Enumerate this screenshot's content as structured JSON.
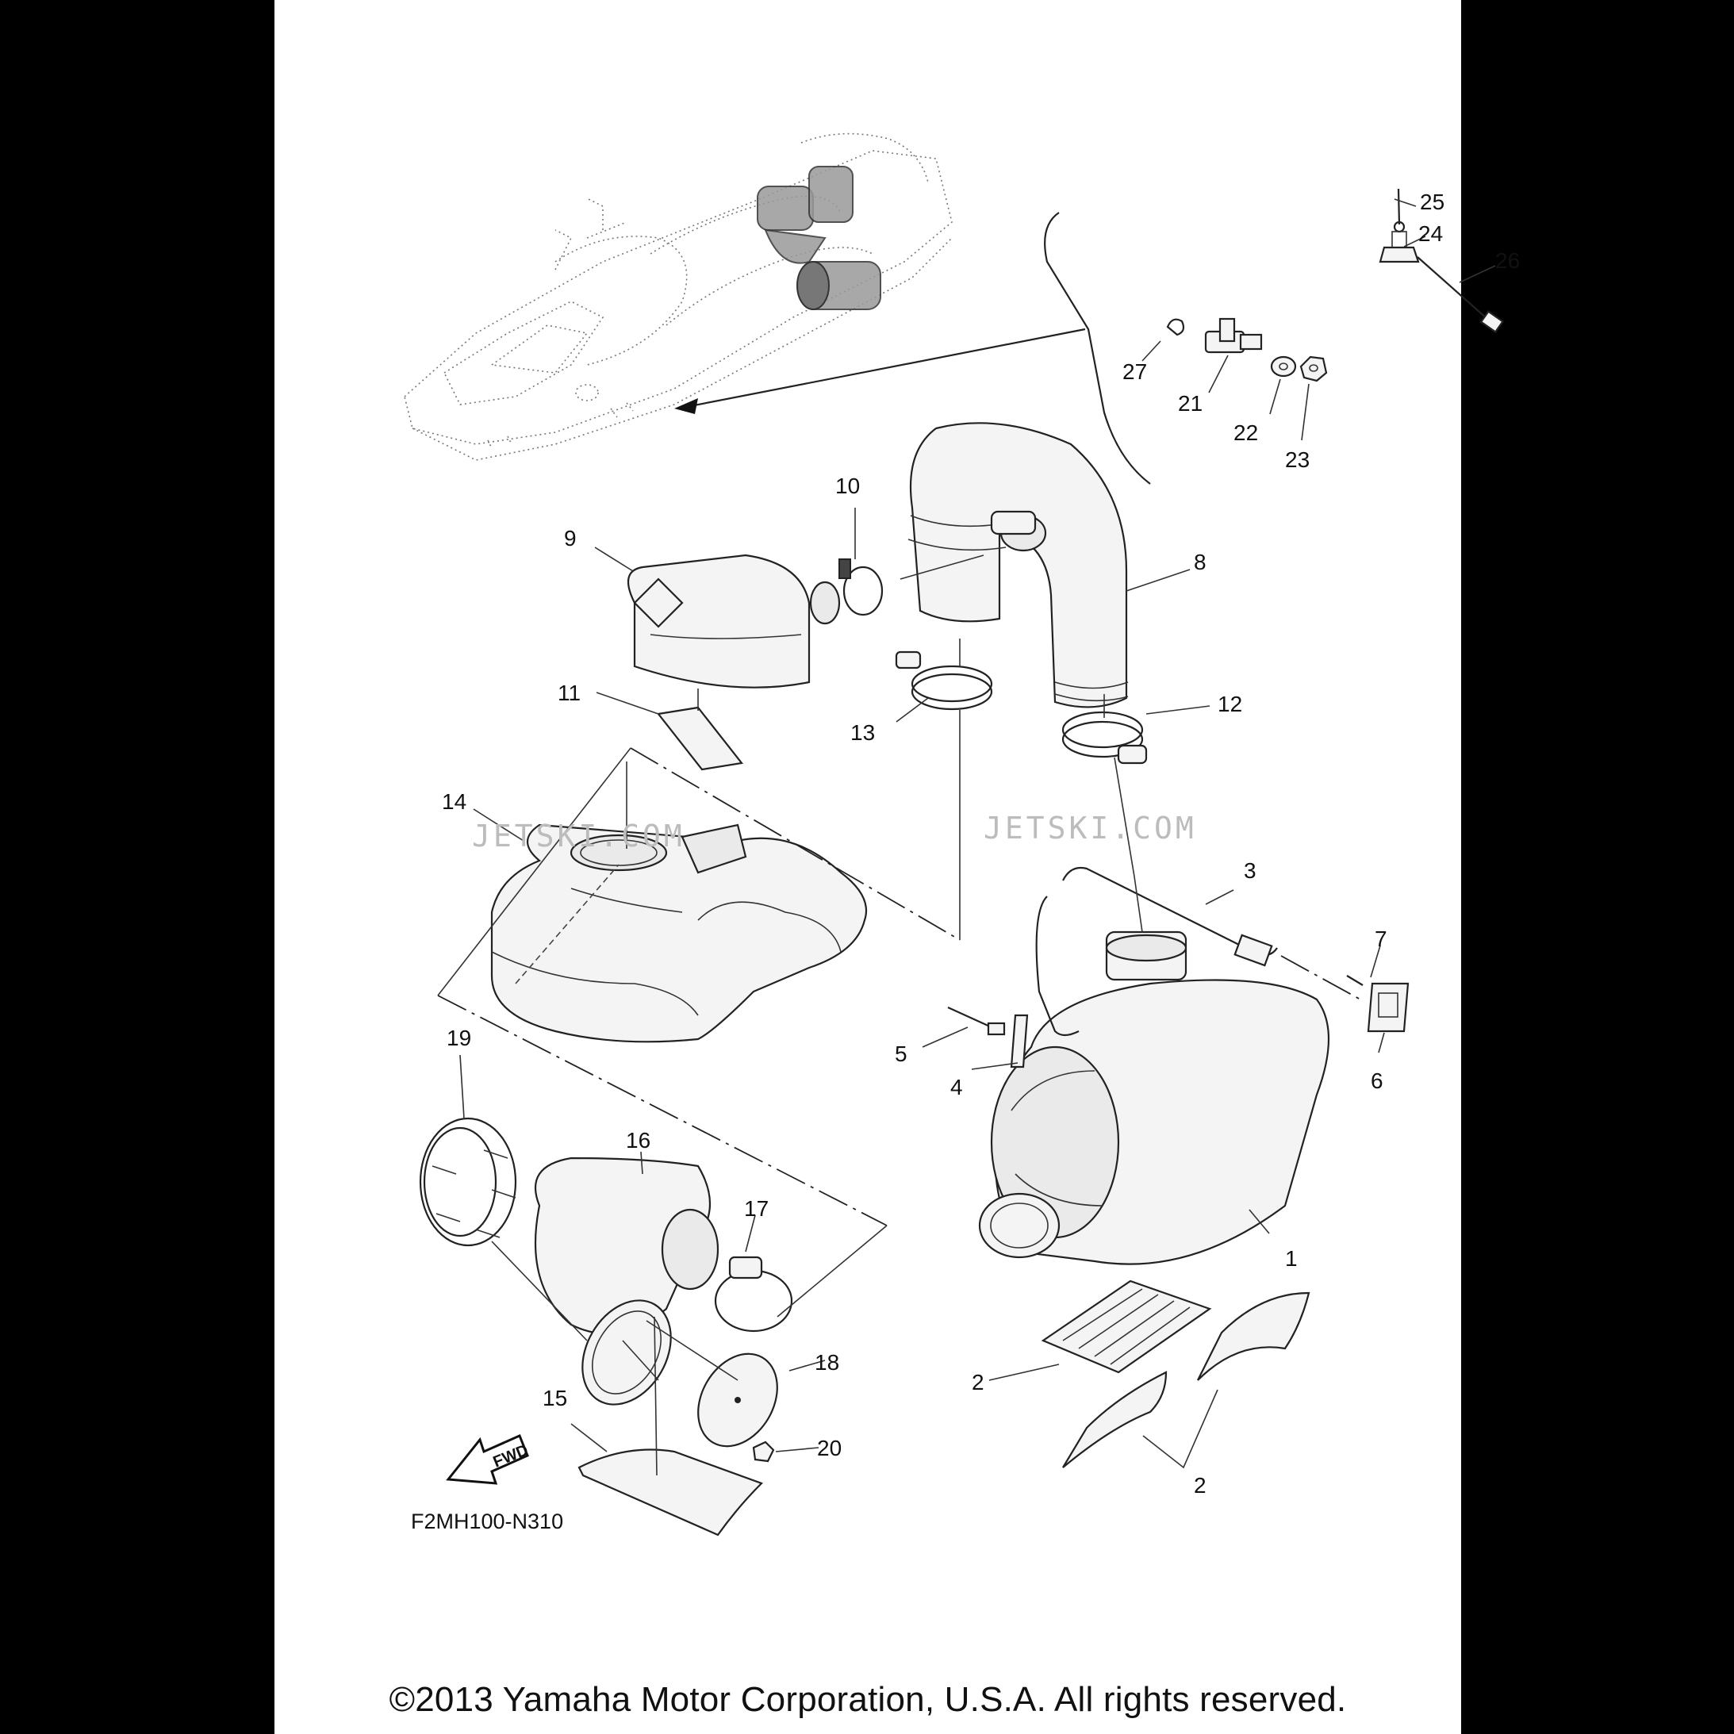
{
  "copyright": "©2013 Yamaha Motor Corporation, U.S.A. All rights reserved.",
  "diagram_code": "F2MH100-N310",
  "watermark_left": "JETSKI.COM",
  "watermark_right": "JETSKI.COM",
  "fwd_label": "FWD",
  "callouts": {
    "c1": "1",
    "c2a": "2",
    "c2b": "2",
    "c3": "3",
    "c4": "4",
    "c5": "5",
    "c6": "6",
    "c7": "7",
    "c8": "8",
    "c9": "9",
    "c10": "10",
    "c11": "11",
    "c12": "12",
    "c13": "13",
    "c14": "14",
    "c15": "15",
    "c16": "16",
    "c17": "17",
    "c18": "18",
    "c19": "19",
    "c20": "20",
    "c21": "21",
    "c22": "22",
    "c23": "23",
    "c24": "24",
    "c25": "25",
    "c26": "26",
    "c27": "27"
  }
}
